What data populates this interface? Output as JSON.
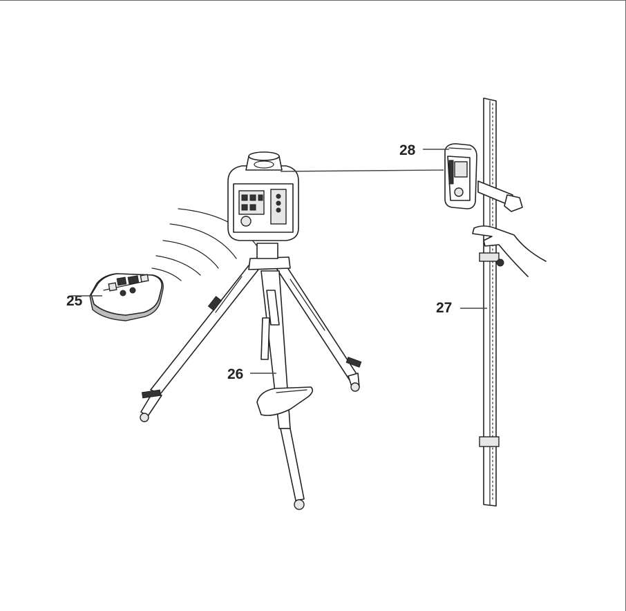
{
  "labels": {
    "remote": "25",
    "tripod": "26",
    "staff": "27",
    "receiver": "28"
  }
}
